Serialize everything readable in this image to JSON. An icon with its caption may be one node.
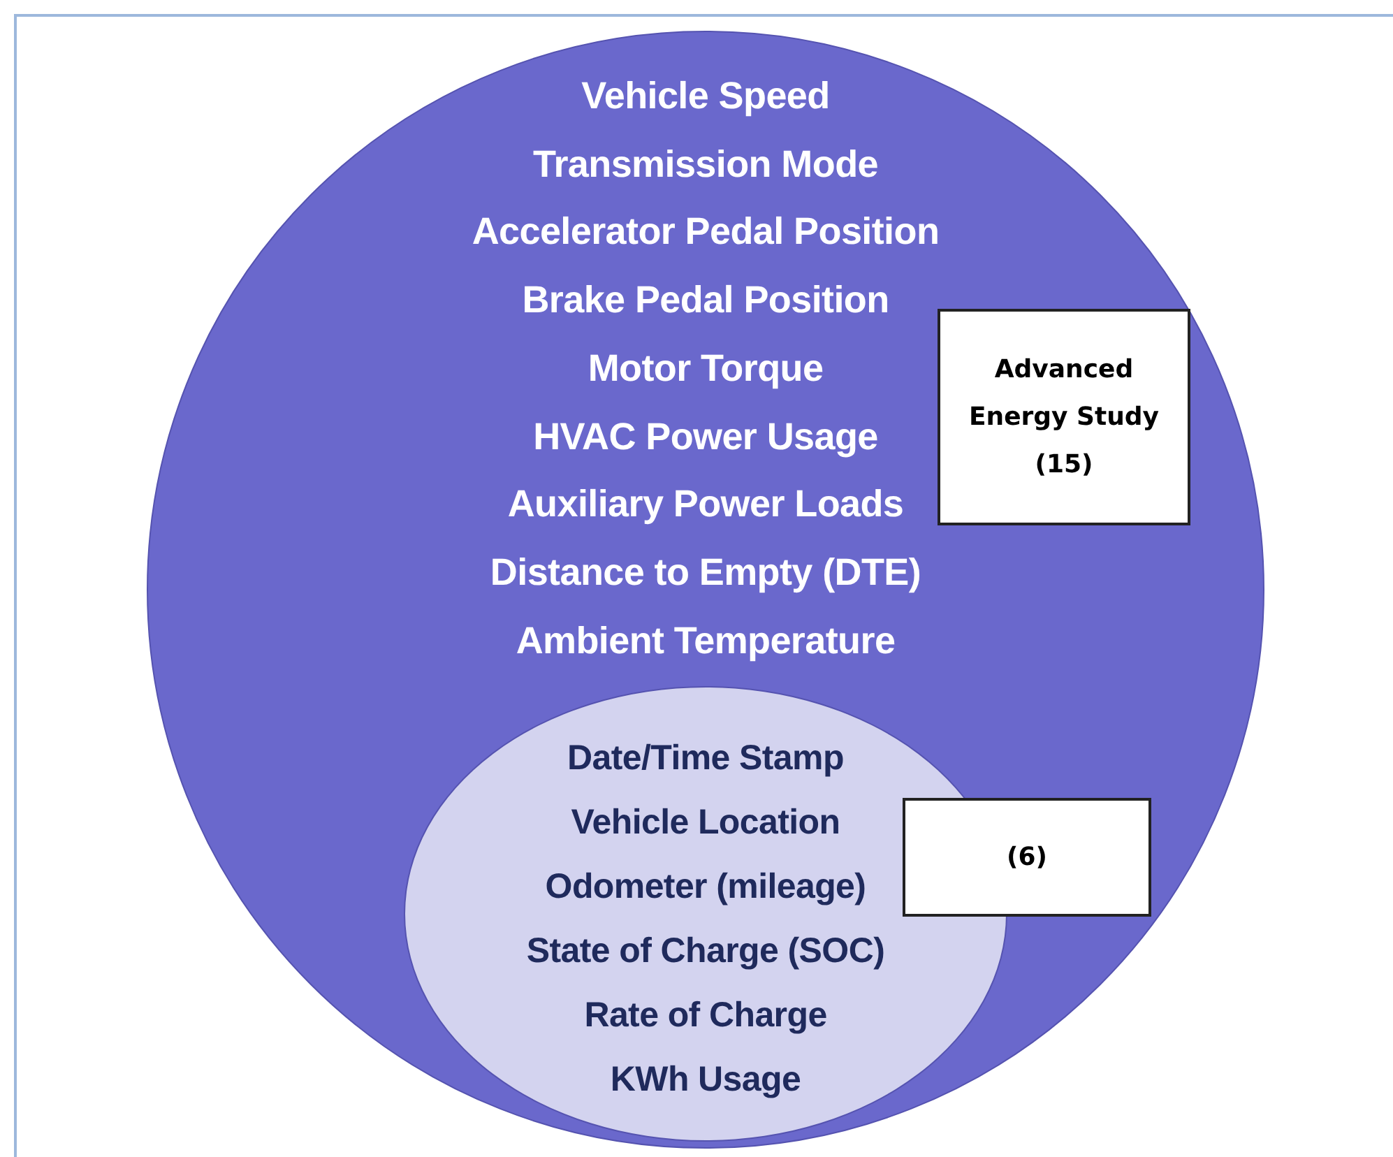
{
  "diagram": {
    "nodes": [
      {
        "text": [
          "Vehicle Speed",
          "Transmission Mode",
          "Accelerator Pedal Position",
          "Brake Pedal Position",
          "Motor Torque",
          "HVAC Power Usage",
          "Auxiliary Power Loads",
          "Distance to Empty (DTE)",
          "Ambient Temperature"
        ]
      },
      {
        "text": [
          "Date/Time Stamp",
          "Vehicle Location",
          "Odometer (mileage)",
          "State of Charge (SOC)",
          "Rate of Charge",
          "KWh Usage"
        ],
        "in": 0
      },
      {
        "text": [
          "Advanced Energy Study",
          "(15)"
        ],
        "in": 0
      },
      {
        "text": [
          "(6)"
        ],
        "in": 0
      }
    ]
  }
}
